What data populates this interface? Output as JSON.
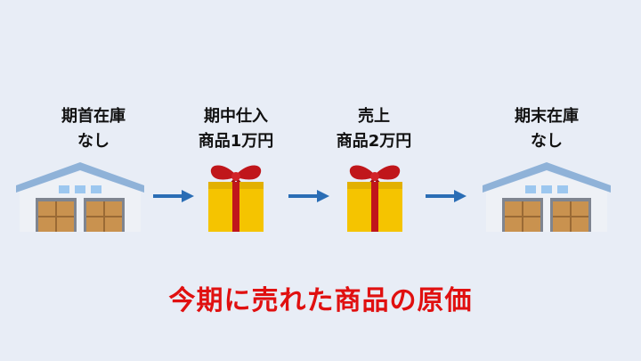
{
  "stages": [
    {
      "line1": "期首在庫",
      "line2": "なし",
      "icon": "warehouse-icon"
    },
    {
      "line1": "期中仕入",
      "line2": "商品1万円",
      "icon": "gift-icon"
    },
    {
      "line1": "売上",
      "line2": "商品2万円",
      "icon": "gift-icon"
    },
    {
      "line1": "期末在庫",
      "line2": "なし",
      "icon": "warehouse-icon"
    }
  ],
  "caption": "今期に売れた商品の原価",
  "colors": {
    "background": "#e8edf6",
    "arrow": "#2a6db5",
    "caption": "#e01010",
    "gift_box": "#f5c400",
    "ribbon": "#c0161b",
    "warehouse_roof": "#8fb2d8",
    "warehouse_wall": "#eef1f6",
    "boxes": "#c9924f"
  }
}
